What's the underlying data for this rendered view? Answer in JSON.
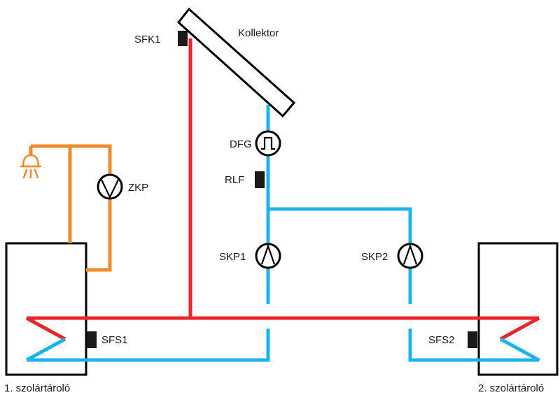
{
  "labels": {
    "collector": "Kollektor",
    "sensor_collector": "SFK1",
    "flow_meter": "DFG",
    "return_sensor": "RLF",
    "pump_solar_1": "SKP1",
    "pump_solar_2": "SKP2",
    "pump_circulation": "ZKP",
    "sensor_store_1": "SFS1",
    "sensor_store_2": "SFS2",
    "store_1": "1. szolártároló",
    "store_2": "2. szolártároló"
  },
  "colors": {
    "hot_pipe": "#e8262b",
    "cold_pipe": "#1cb3ec",
    "circulation_pipe": "#f08a2c",
    "sensor": "#1a1a1a",
    "outline": "#000000"
  },
  "icons": {
    "consumer": "lamp-icon",
    "pump": "pump-icon",
    "flow_meter": "flow-meter-icon"
  }
}
